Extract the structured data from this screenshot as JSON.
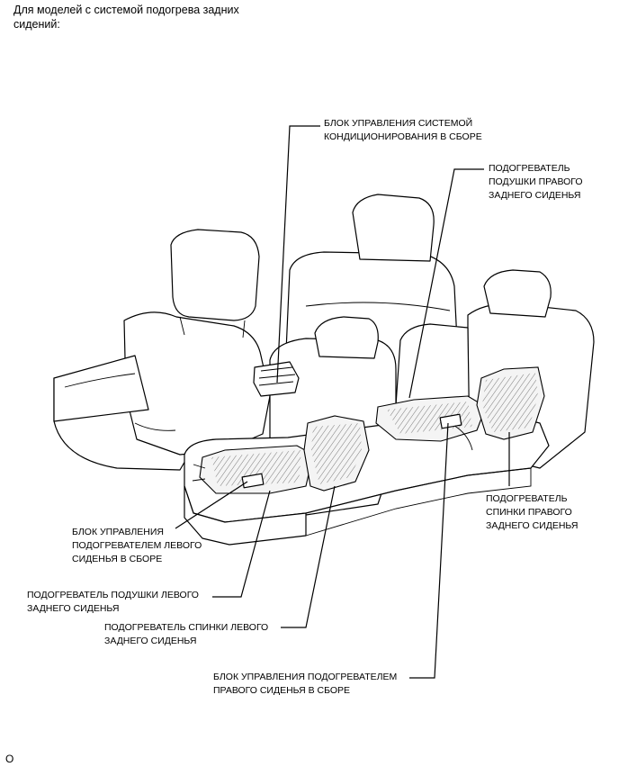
{
  "header": {
    "text": "Для моделей с системой подогрева задних сидений:"
  },
  "callouts": {
    "ac_control": "БЛОК УПРАВЛЕНИЯ СИСТЕМОЙ\nКОНДИЦИОНИРОВАНИЯ В СБОРЕ",
    "right_cushion_heater": "ПОДОГРЕВАТЕЛЬ\nПОДУШКИ ПРАВОГО\nЗАДНЕГО СИДЕНЬЯ",
    "right_back_heater": "ПОДОГРЕВАТЕЛЬ\nСПИНКИ ПРАВОГО\nЗАДНЕГО СИДЕНЬЯ",
    "left_seat_heater_control": "БЛОК УПРАВЛЕНИЯ\nПОДОГРЕВАТЕЛЕМ ЛЕВОГО\nСИДЕНЬЯ В СБОРЕ",
    "left_cushion_heater": "ПОДОГРЕВАТЕЛЬ ПОДУШКИ ЛЕВОГО\nЗАДНЕГО СИДЕНЬЯ",
    "left_back_heater": "ПОДОГРЕВАТЕЛЬ СПИНКИ ЛЕВОГО\nЗАДНЕГО СИДЕНЬЯ",
    "right_seat_heater_control": "БЛОК УПРАВЛЕНИЯ ПОДОГРЕВАТЕЛЕМ\nПРАВОГО СИДЕНЬЯ В СБОРЕ"
  },
  "reference_mark": "O"
}
